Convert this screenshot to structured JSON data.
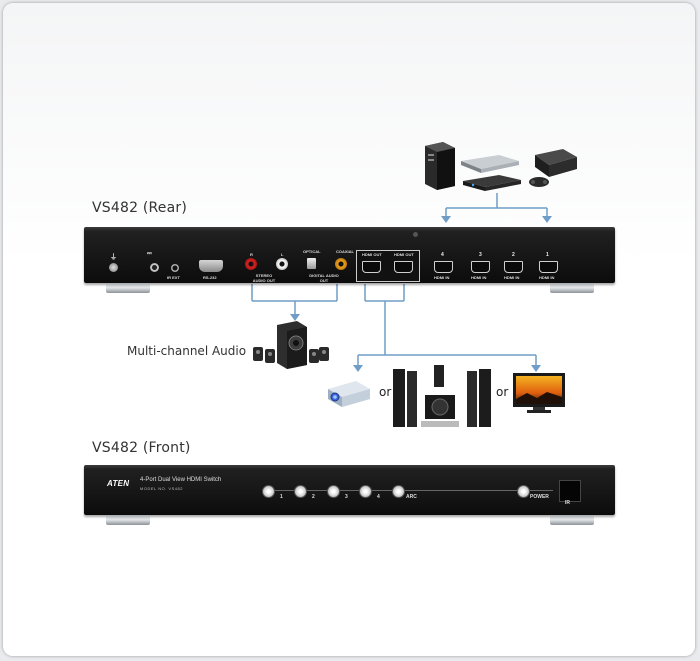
{
  "rear": {
    "title": "VS482 (Rear)",
    "labels": {
      "rs232": "RS-232",
      "ir_ext": "IR EXT",
      "stereo_r": "R",
      "stereo_l": "L",
      "stereo_audio_out": "STEREO AUDIO OUT",
      "optical": "OPTICAL",
      "coaxial": "COAXIAL",
      "digital_audio_out": "DIGITAL AUDIO OUT",
      "hdmi_out_1": "HDMI OUT",
      "hdmi_out_2": "HDMI OUT",
      "hdmi_in_4_num": "4",
      "hdmi_in_3_num": "3",
      "hdmi_in_2_num": "2",
      "hdmi_in_1_num": "1",
      "hdmi_in_label": "HDMI IN"
    }
  },
  "front": {
    "title": "VS482 (Front)",
    "brand": "ATEN",
    "product_name": "4-Port Dual View HDMI Switch",
    "model": "MODEL NO. VS482",
    "buttons": [
      "1",
      "2",
      "3",
      "4",
      "ARC"
    ],
    "power_label": "POWER"
  },
  "multichannel_label": "Multi-channel Audio",
  "or_1": "or",
  "or_2": "or",
  "colors": {
    "connector_line": "#6f9dc6",
    "unit_body": "#161616",
    "text": "#333333"
  },
  "icons": [
    "pc-tower-icon",
    "dvd-player-icon",
    "bluray-player-icon",
    "game-console-icon",
    "speaker-system-icon",
    "projector-icon",
    "home-theater-icon",
    "tv-icon",
    "power-icon"
  ]
}
